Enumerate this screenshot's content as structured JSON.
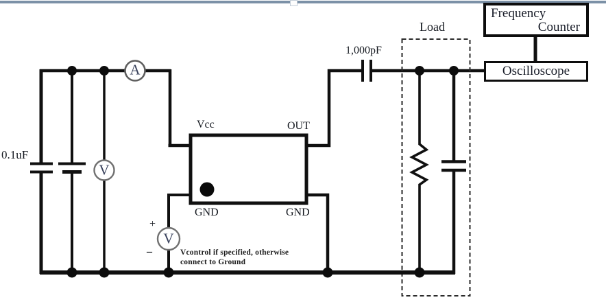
{
  "page": {
    "divider_color": "#7c91a7"
  },
  "circuit": {
    "supply": {
      "cap_label": "0.1uF",
      "ammeter_letter": "A",
      "voltmeter_letter": "V"
    },
    "dut": {
      "pin_vcc_label": "Vcc",
      "pin_out_label": "OUT",
      "pin_gnd_left_label": "GND",
      "pin_gnd_right_label": "GND"
    },
    "vcontrol": {
      "plus_label": "+",
      "minus_label": "–",
      "voltmeter_letter": "V",
      "note_line1": "Vcontrol if specified, otherwise",
      "note_line2": "connect to Ground"
    },
    "output": {
      "coupling_cap_label": "1,000pF",
      "load_label": "Load"
    },
    "instruments": {
      "frequency_counter": {
        "line1": "Frequency",
        "line2": "Counter"
      },
      "oscilloscope_label": "Oscilloscope"
    }
  },
  "colors": {
    "wire": "#101010",
    "label_text": "#14181f",
    "meter_letter": "#39425c",
    "divider": "#7c91a7"
  }
}
